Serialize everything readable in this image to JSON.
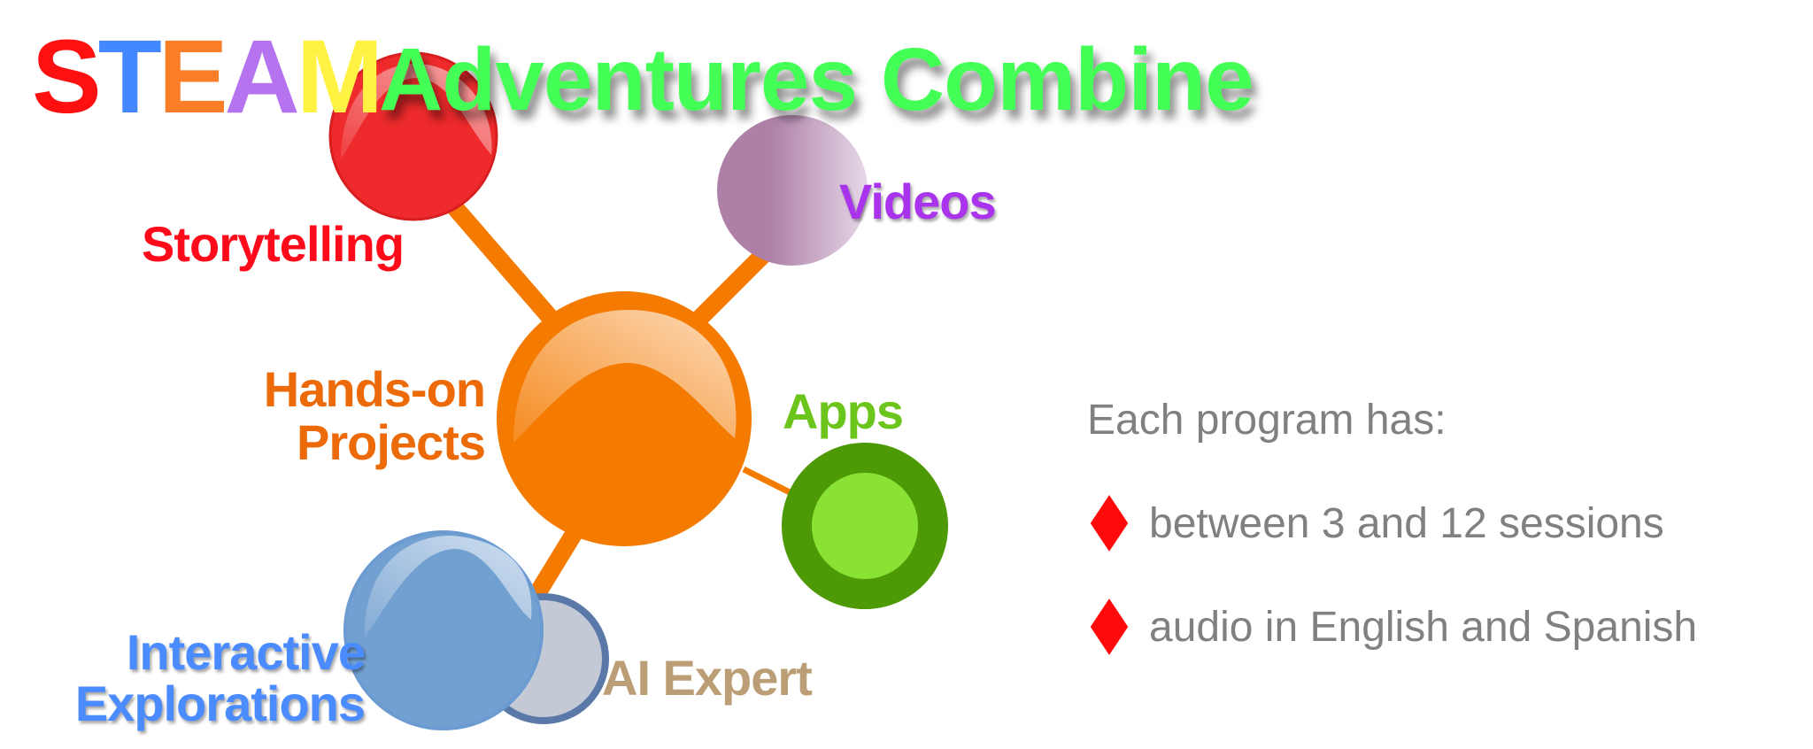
{
  "title": {
    "steam_letters": [
      {
        "letter": "S",
        "color": "#ff1010"
      },
      {
        "letter": "T",
        "color": "#4488ff"
      },
      {
        "letter": "E",
        "color": "#fa7d28"
      },
      {
        "letter": "A",
        "color": "#b673f0"
      },
      {
        "letter": "M",
        "color": "#fff242"
      }
    ],
    "rest": "Adventures Combine",
    "rest_color": "#44ff55"
  },
  "nodes": {
    "storytelling": {
      "label": "Storytelling",
      "color": "#ff0a1a"
    },
    "videos": {
      "label": "Videos",
      "color": "#aa33ee"
    },
    "hands_on": {
      "line1": "Hands-on",
      "line2": "Projects",
      "color": "#ec6a08"
    },
    "apps": {
      "label": "Apps",
      "color": "#6cc51c"
    },
    "interactive": {
      "line1": "Interactive",
      "line2": "Explorations",
      "color": "#4a8cff"
    },
    "ai_expert": {
      "label": "AI Expert",
      "color": "#bb9e76"
    }
  },
  "info": {
    "heading": "Each program has:",
    "bullets": [
      "between 3 and 12 sessions",
      "audio in English and Spanish"
    ],
    "bullet_color": "#ff0a0a",
    "text_color": "#808080"
  }
}
